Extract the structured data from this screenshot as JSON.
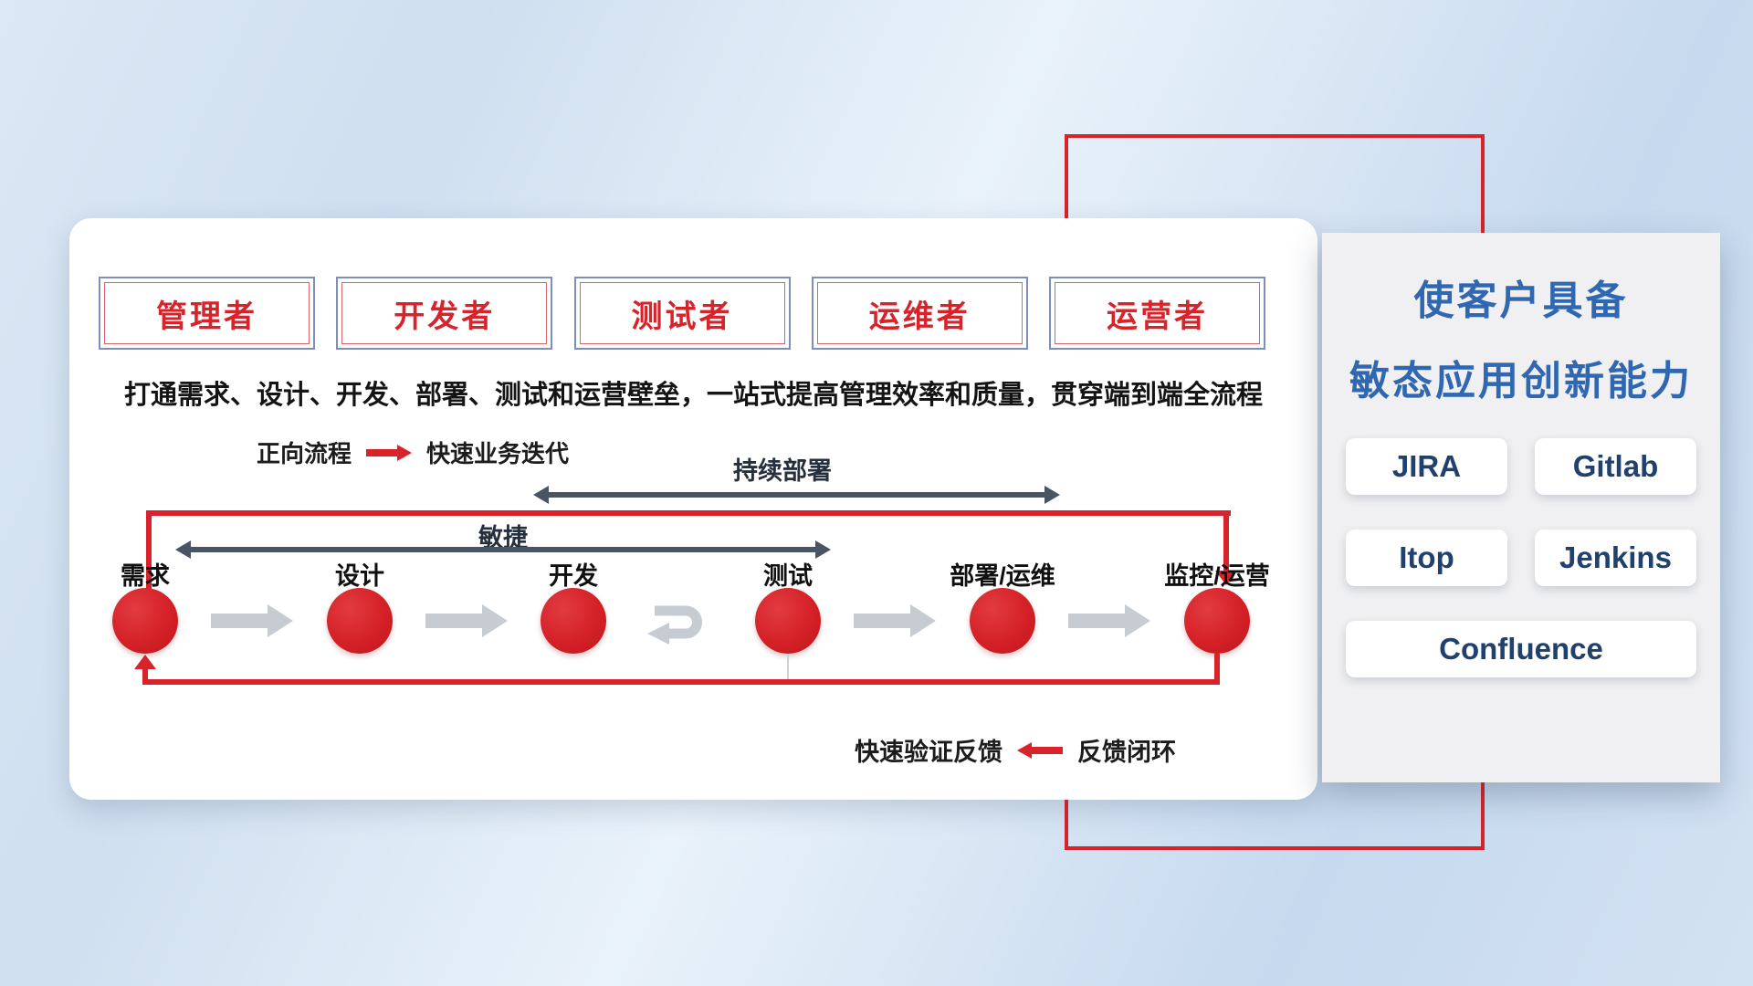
{
  "card": {
    "roles": [
      {
        "label": "管理者"
      },
      {
        "label": "开发者"
      },
      {
        "label": "测试者"
      },
      {
        "label": "运维者"
      },
      {
        "label": "运营者"
      }
    ],
    "subtitle": "打通需求、设计、开发、部署、测试和运营壁垒，一站式提高管理效率和质量，贯穿端到端全流程",
    "legend_forward": {
      "label": "正向流程",
      "desc": "快速业务迭代"
    },
    "legend_feedback": {
      "desc": "快速验证反馈",
      "label": "反馈闭环"
    },
    "span_arrows": {
      "deploy": "持续部署",
      "agile": "敏捷"
    },
    "stages": [
      {
        "label": "需求"
      },
      {
        "label": "设计"
      },
      {
        "label": "开发"
      },
      {
        "label": "测试"
      },
      {
        "label": "部署/运维"
      },
      {
        "label": "监控/运营"
      }
    ]
  },
  "panel": {
    "title_line1": "使客户具备",
    "title_line2": "敏态应用创新能力",
    "tools": [
      "JIRA",
      "Gitlab",
      "Itop",
      "Jenkins",
      "Confluence"
    ]
  },
  "icons": {
    "forward_arrow": "→",
    "feedback_arrow": "←",
    "iteration_loop": "↩"
  },
  "colors": {
    "accent_red": "#d8232a",
    "title_blue": "#2f67b0",
    "dark_arrow": "#4a5564",
    "gray_arrow": "#c7ccd2"
  }
}
